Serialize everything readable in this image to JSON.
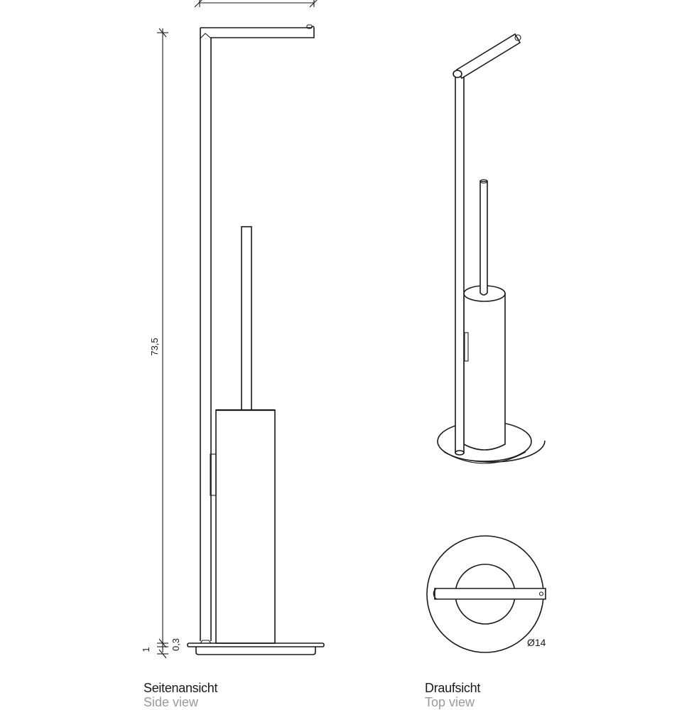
{
  "drawing": {
    "views": [
      {
        "id": "side",
        "title": "Seitenansicht",
        "subtitle": "Side view"
      },
      {
        "id": "top",
        "title": "Draufsicht",
        "subtitle": "Top view"
      }
    ],
    "dimensions": {
      "total_height": "73,5",
      "base_thickness": "1",
      "base_offset": "0,3",
      "base_diameter": "Ø14"
    },
    "colors": {
      "line": "#1a1a1a",
      "background": "#ffffff"
    }
  }
}
